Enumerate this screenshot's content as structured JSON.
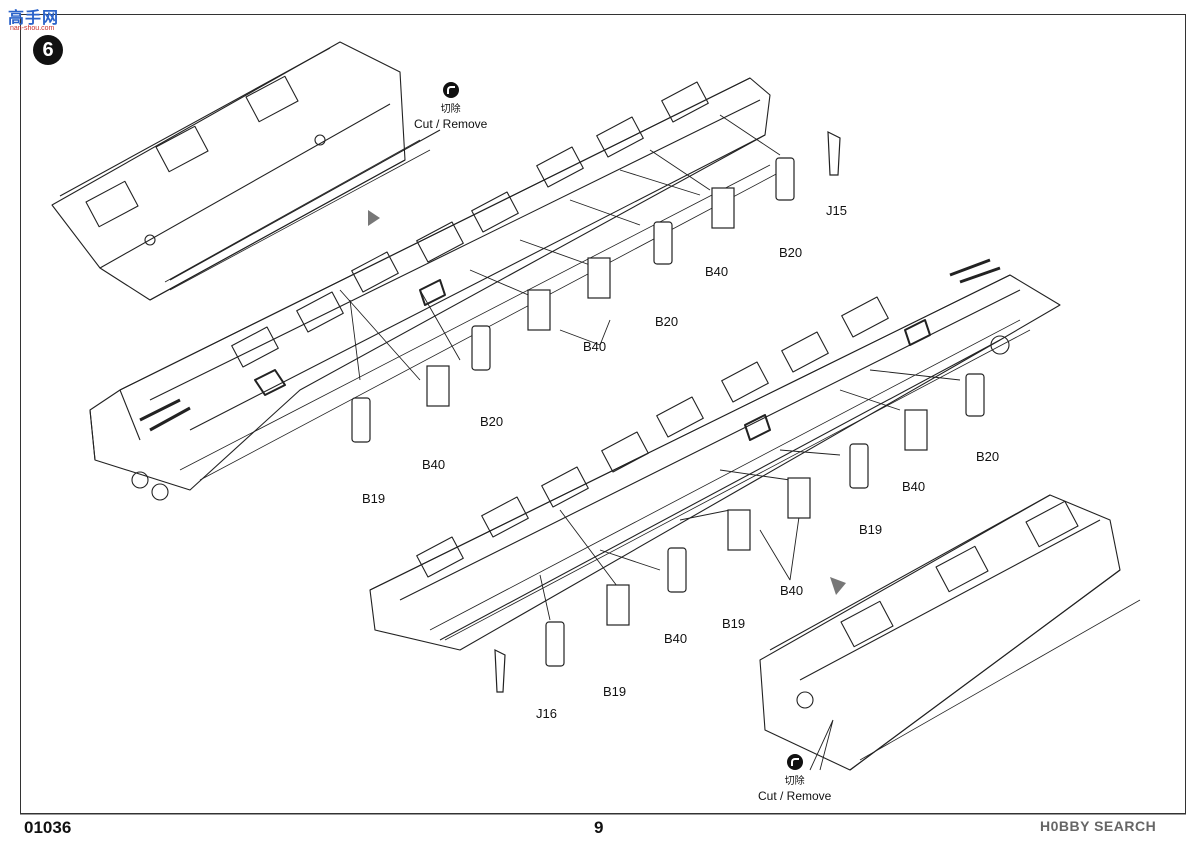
{
  "watermark": {
    "logo_text": "高手网",
    "url": "nan-shou.com"
  },
  "step": {
    "number": "6"
  },
  "cut_notes": [
    {
      "cn": "切除",
      "en": "Cut / Remove"
    },
    {
      "cn": "切除",
      "en": "Cut / Remove"
    }
  ],
  "parts": {
    "j15": "J15",
    "b20_a": "B20",
    "b40_a": "B40",
    "b20_b": "B20",
    "b40_b": "B40",
    "b20_c": "B20",
    "b40_c": "B40",
    "b19_a": "B19",
    "b20_d": "B20",
    "b40_d": "B40",
    "b19_b": "B19",
    "b40_e": "B40",
    "b19_c": "B19",
    "b40_f": "B40",
    "b19_d": "B19",
    "j16": "J16"
  },
  "footer": {
    "product_code": "01036",
    "page_number": "9",
    "search_mark": "H0BBY SEARCH"
  }
}
